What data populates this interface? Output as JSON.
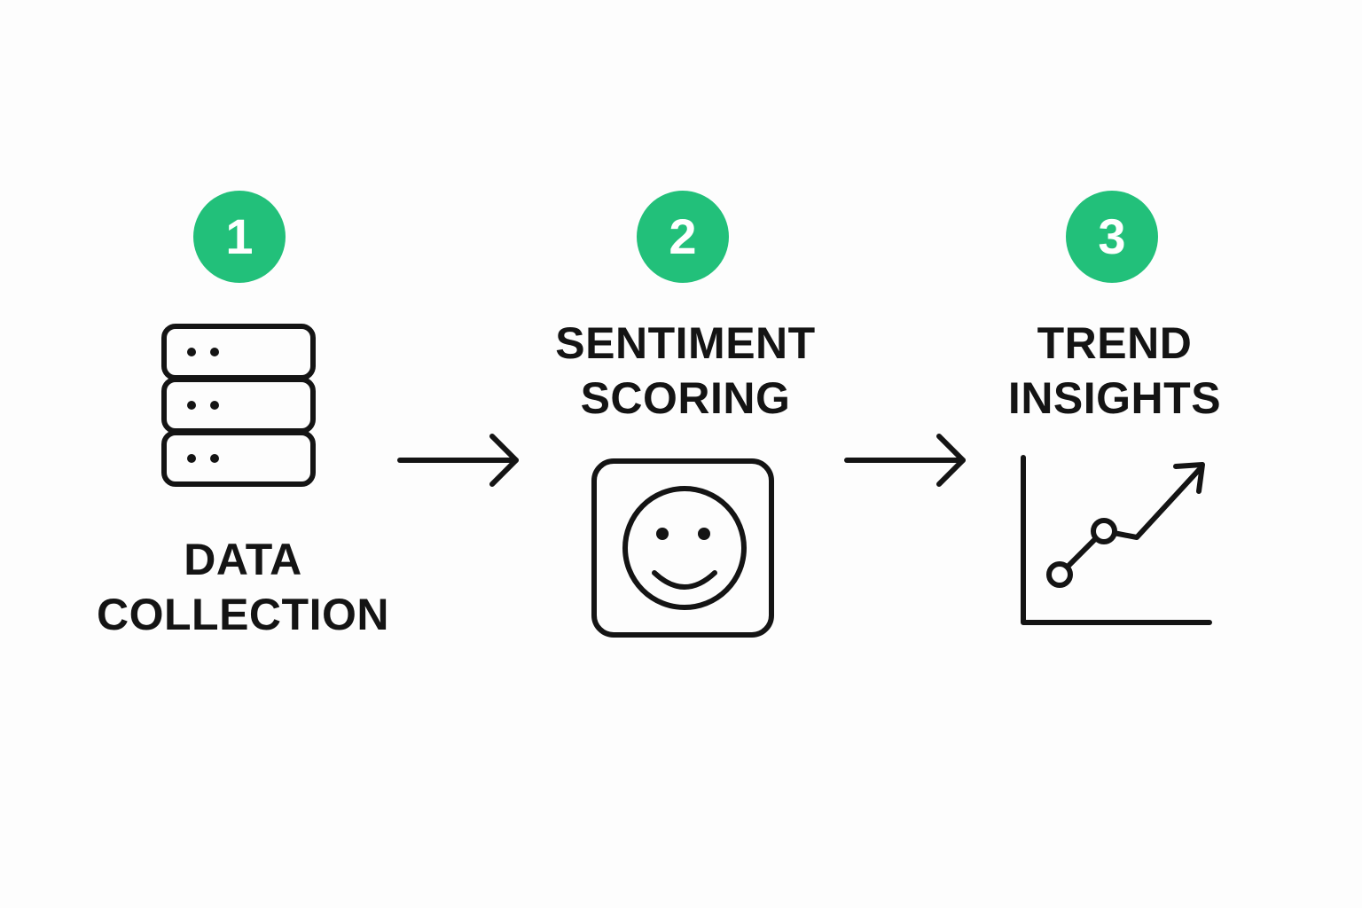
{
  "accent_color": "#22c07a",
  "ink_color": "#141414",
  "steps": [
    {
      "number": "1",
      "title_lines": [
        "DATA",
        "COLLECTION"
      ],
      "icon": "database-icon"
    },
    {
      "number": "2",
      "title_lines": [
        "SENTIMENT",
        "SCORING"
      ],
      "icon": "smiley-face-icon"
    },
    {
      "number": "3",
      "title_lines": [
        "TREND",
        "INSIGHTS"
      ],
      "icon": "trend-chart-icon"
    }
  ],
  "connectors": [
    "right-arrow-icon",
    "right-arrow-icon"
  ]
}
